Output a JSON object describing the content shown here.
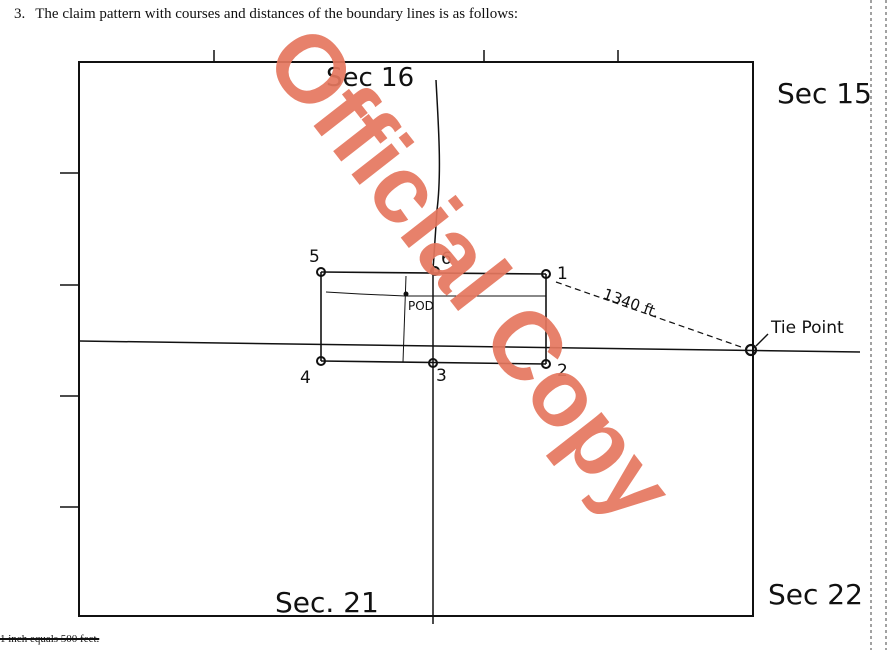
{
  "document": {
    "heading_number": "3.",
    "heading_text": "The claim pattern with courses and distances of the boundary lines is as follows:",
    "scale_note": "1 inch equals 500 feet."
  },
  "plat": {
    "sections": {
      "nw": "Sec 16",
      "ne": "Sec 15",
      "sw": "Sec. 21",
      "se": "Sec 22"
    },
    "corners": [
      "1",
      "2",
      "3",
      "4",
      "5",
      "6"
    ],
    "pod_label": "POD",
    "distance_label": "1340 ft.",
    "tie_point_label": "Tie Point"
  },
  "watermark": {
    "text": "Official Copy",
    "color": "#e5775f"
  }
}
